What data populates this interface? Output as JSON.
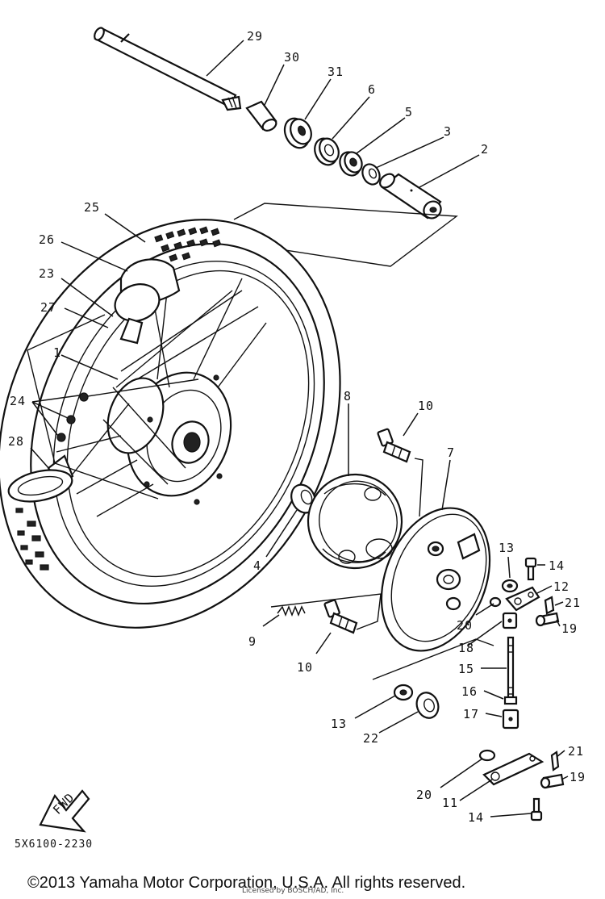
{
  "diagram": {
    "callouts": {
      "p1": "1",
      "p2": "2",
      "p3": "3",
      "p4": "4",
      "p5": "5",
      "p6": "6",
      "p7": "7",
      "p8": "8",
      "p9": "9",
      "p10a": "10",
      "p10b": "10",
      "p11": "11",
      "p12": "12",
      "p13a": "13",
      "p13b": "13",
      "p14a": "14",
      "p14b": "14",
      "p15": "15",
      "p16": "16",
      "p17": "17",
      "p18": "18",
      "p19a": "19",
      "p19b": "19",
      "p20a": "20",
      "p20b": "20",
      "p21a": "21",
      "p21b": "21",
      "p22": "22",
      "p23": "23",
      "p24": "24",
      "p25": "25",
      "p26": "26",
      "p27": "27",
      "p28": "28",
      "p29": "29",
      "p30": "30",
      "p31": "31"
    },
    "fwd_label": "FWD",
    "diagram_code": "5X6100-2230",
    "copyright": "©2013 Yamaha Motor Corporation, U.S.A. All rights reserved.",
    "watermark": "Licensed by BOSCH/AD, Inc."
  }
}
